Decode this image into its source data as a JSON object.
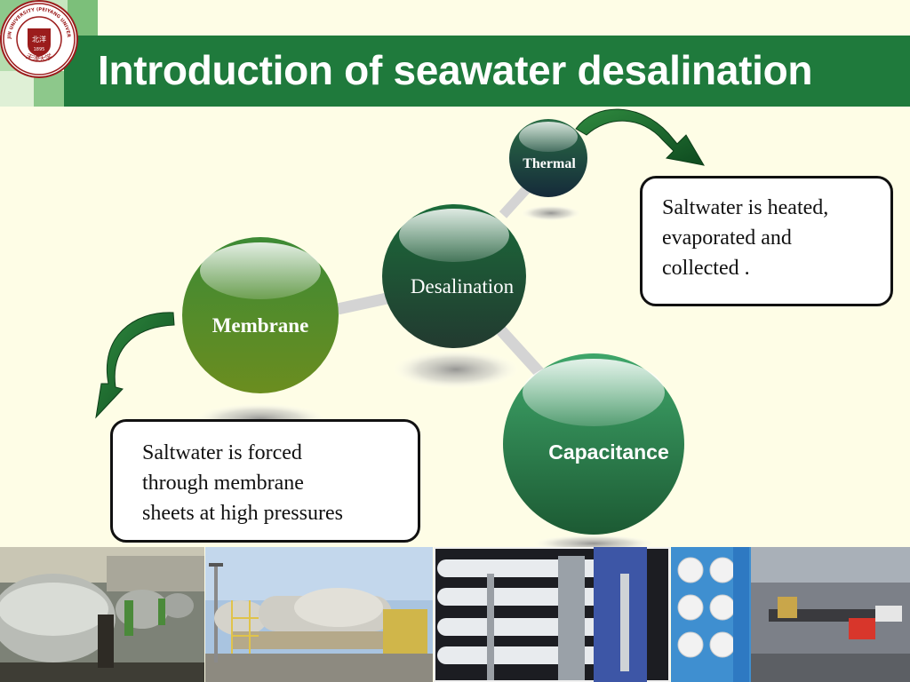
{
  "slide": {
    "title": "Introduction of seawater desalination",
    "logo": {
      "ring_text_top": "TIANJIN UNIVERSITY (PEIYANG UNIVERSITY)",
      "ring_text_bottom": "天津大学",
      "center_text": "北洋",
      "year": "1895"
    }
  },
  "diagram": {
    "center": "Desalination",
    "nodes": {
      "thermal": "Thermal",
      "membrane": "Membrane",
      "capacitance": "Capacitance"
    },
    "callouts": {
      "thermal": [
        "Saltwater is heated,",
        "evaporated and",
        "collected ."
      ],
      "membrane": [
        "Saltwater is forced",
        "through membrane",
        "sheets at high pressures"
      ]
    }
  },
  "photos": [
    "thermal-plant-pipes",
    "desalination-plant-exterior",
    "membrane-tubes",
    "ro-pressure-vessels"
  ],
  "colors": {
    "header": "#1f7a3c",
    "background": "#fefde6"
  }
}
